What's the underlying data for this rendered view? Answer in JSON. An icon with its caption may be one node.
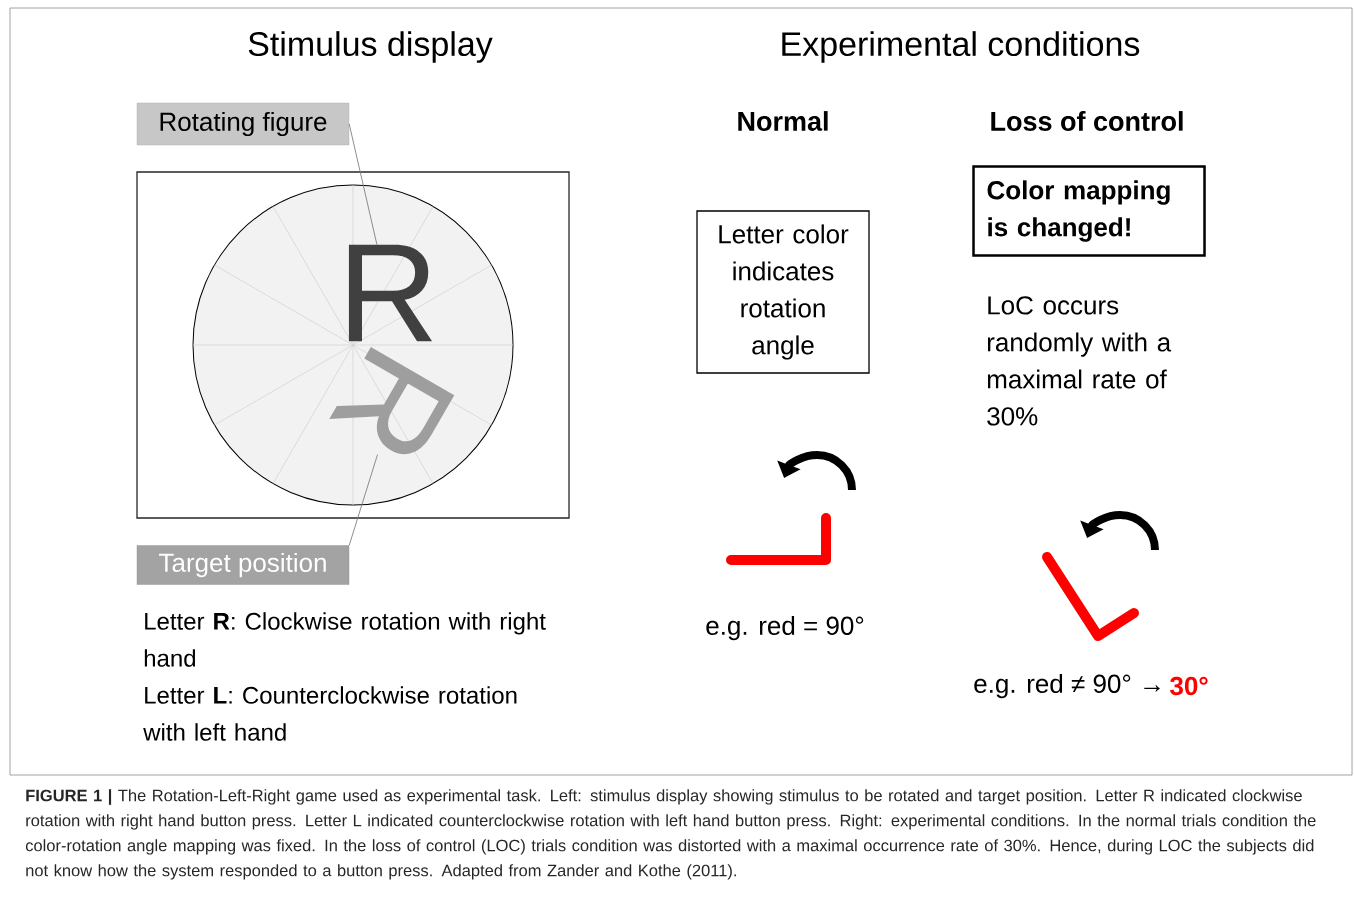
{
  "diagram": {
    "caption": "**FIGURE 1 |** The Rotation-Left-Right game used as experimental task. Left: stimulus display showing stimulus to be rotated and target position. Letter R indicated clockwise rotation with right hand button press. Letter L indicated counterclockwise rotation with left hand button press. Right: experimental conditions. In the normal trials condition the color-rotation angle mapping was fixed. In the loss of control (LOC) trials condition was distorted with a maximal occurrence rate of 30%. Hence, during LOC the subjects did not know how the system responded to a button press. Adapted from Zander and Kothe (2011).",
    "nodes": [
      {
        "text": [
          "Rotating figure"
        ]
      },
      {
        "text": [
          "Target position"
        ]
      },
      {
        "text": [],
        "shape": "box"
      },
      {
        "text": [],
        "shape": "circle",
        "in": 2
      },
      {
        "text": [
          "R"
        ],
        "in": 3
      },
      {
        "text": [
          "R"
        ],
        "in": 3
      },
      {
        "text": [
          "Letter color indicates rotation angle"
        ]
      },
      {
        "text": [
          "Color mapping is changed!"
        ]
      }
    ],
    "edges": [
      {
        "from": 0,
        "to": 4,
        "arrow": "none"
      },
      {
        "from": 1,
        "to": 5,
        "arrow": "none"
      }
    ],
    "labels": [
      "Stimulus display",
      "Experimental conditions",
      "Normal",
      "Loss of control",
      "Letter **R**: Clockwise rotation with right hand",
      "Letter **L**: Counterclockwise rotation with left hand",
      "LoC occurs randomly with a maximal rate of 30%",
      "e.g. red = 90°",
      "e.g. red ≠ 90° →",
      "30°"
    ]
  }
}
